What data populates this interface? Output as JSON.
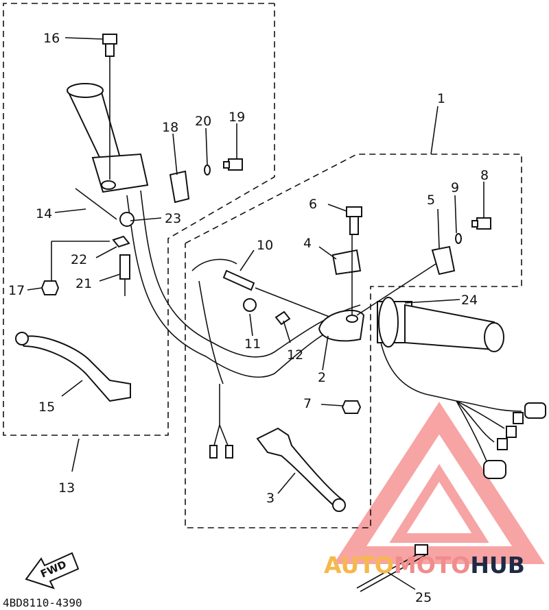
{
  "diagram": {
    "callouts": [
      "1",
      "2",
      "3",
      "4",
      "5",
      "6",
      "7",
      "8",
      "9",
      "10",
      "11",
      "12",
      "13",
      "14",
      "15",
      "16",
      "17",
      "18",
      "19",
      "20",
      "21",
      "22",
      "23",
      "24",
      "25"
    ],
    "direction_label": "FWD",
    "drawing_code": "4BD8110-4390"
  },
  "watermark": {
    "part1": "AUTO",
    "part2": "MOTO",
    "part3": "HUB",
    "colors": {
      "auto": "#f6b84a",
      "moto": "#f08c8c",
      "hub": "#1f2a44",
      "triangle": "#f25a5a"
    }
  }
}
